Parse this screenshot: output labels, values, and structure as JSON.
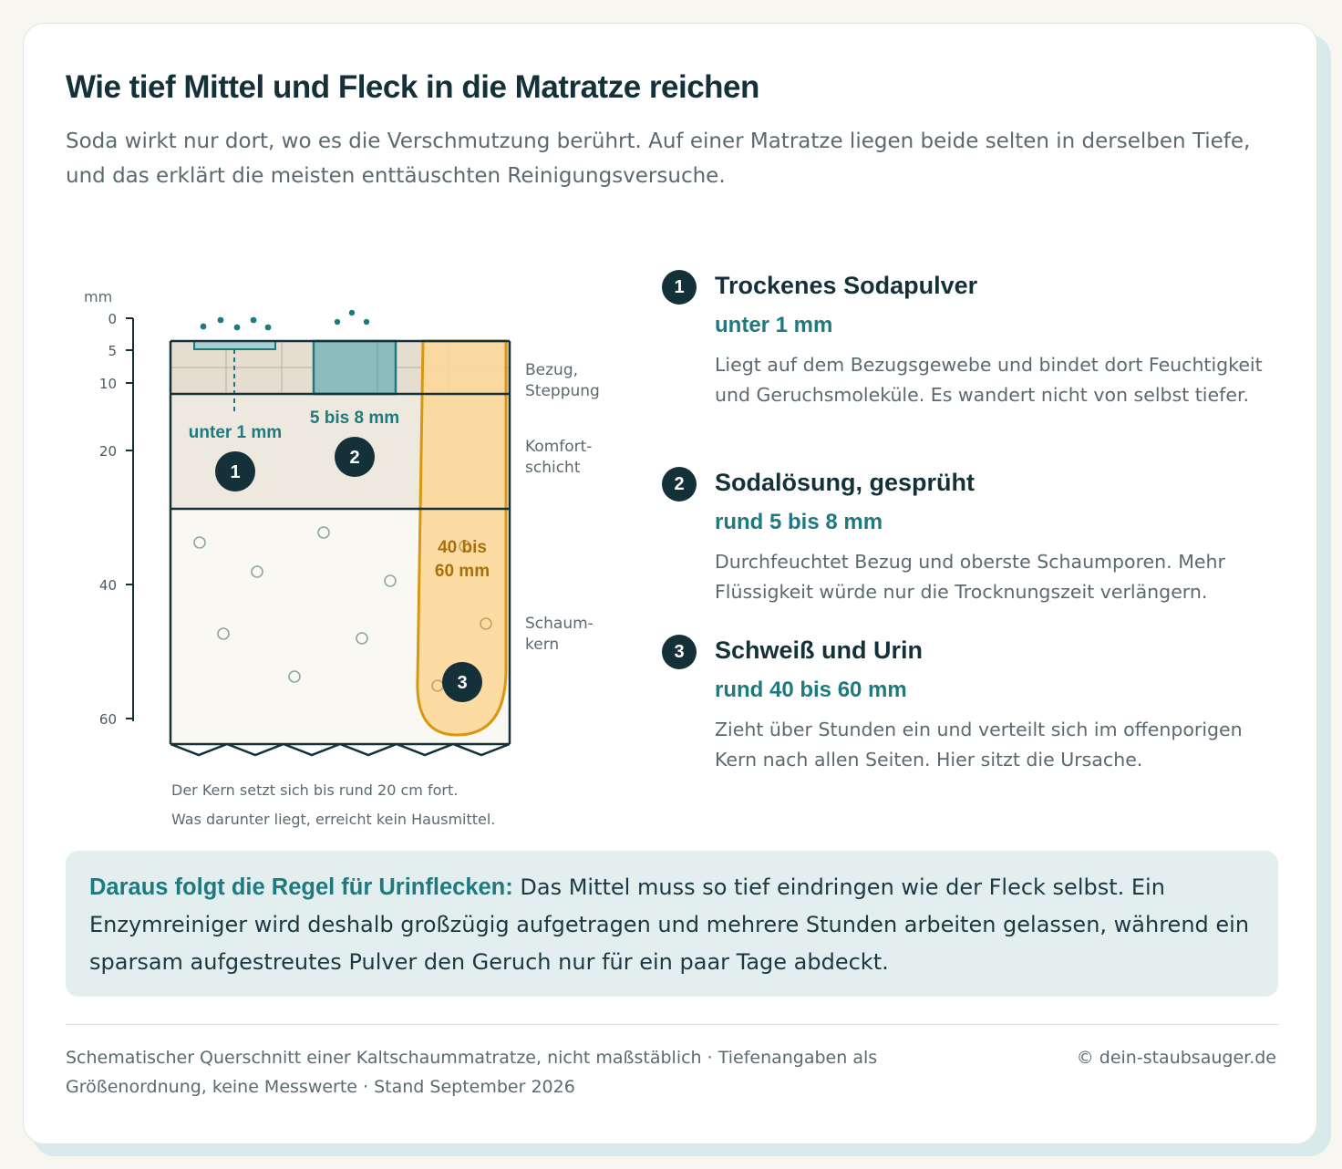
{
  "header": {
    "title": "Wie tief Mittel und Fleck in die Matratze reichen",
    "subtitle": "Soda wirkt nur dort, wo es die Verschmutzung berührt. Auf einer Matratze liegen beide selten in derselben Tiefe, und das erklärt die meisten enttäuschten Reinigungsversuche."
  },
  "diagram": {
    "axis_unit": "mm",
    "axis_ticks": [
      0,
      5,
      10,
      20,
      40,
      60
    ],
    "layers": [
      {
        "line1": "Bezug,",
        "line2": "Steppung"
      },
      {
        "line1": "Komfort-",
        "line2": "schicht"
      },
      {
        "line1": "Schaum-",
        "line2": "kern"
      }
    ],
    "label_1": "unter 1 mm",
    "label_2": "5 bis 8 mm",
    "label_3_line1": "40 bis",
    "label_3_line2": "60 mm",
    "marker_1": "1",
    "marker_2": "2",
    "marker_3": "3",
    "caption_line1": "Der Kern setzt sich bis rund 20 cm fort.",
    "caption_line2": "Was darunter liegt, erreicht kein Hausmittel.",
    "colors": {
      "ink": "#14313a",
      "teal": "#1f7a80",
      "amber": "#d9960f",
      "amber_fill": "#fcd89a"
    }
  },
  "items": [
    {
      "num": "1",
      "title": "Trockenes Sodapulver",
      "depth": "unter 1 mm",
      "desc": "Liegt auf dem Bezugsgewebe und bindet dort Feuchtigkeit und Geruchsmoleküle. Es wandert nicht von selbst tiefer."
    },
    {
      "num": "2",
      "title": "Sodalösung, gesprüht",
      "depth": "rund 5 bis 8 mm",
      "desc": "Durchfeuchtet Bezug und oberste Schaumporen. Mehr Flüssigkeit würde nur die Trocknungszeit verlängern."
    },
    {
      "num": "3",
      "title": "Schweiß und Urin",
      "depth": "rund 40 bis 60 mm",
      "desc": "Zieht über Stunden ein und verteilt sich im offenporigen Kern nach allen Seiten. Hier sitzt die Ursache."
    }
  ],
  "rule": {
    "label": "Daraus folgt die Regel für Urinflecken:",
    "text": " Das Mittel muss so tief eindringen wie der Fleck selbst. Ein Enzymreiniger wird deshalb großzügig aufgetragen und mehrere Stunden arbeiten gelassen, während ein sparsam aufgestreutes Pulver den Geruch nur für ein paar Tage abdeckt."
  },
  "footer": {
    "note": "Schematischer Querschnitt einer Kaltschaummatratze, nicht maßstäblich · Tiefenangaben als Größenordnung, keine Messwerte · Stand September 2026",
    "copyright": "© dein-staubsauger.de"
  }
}
